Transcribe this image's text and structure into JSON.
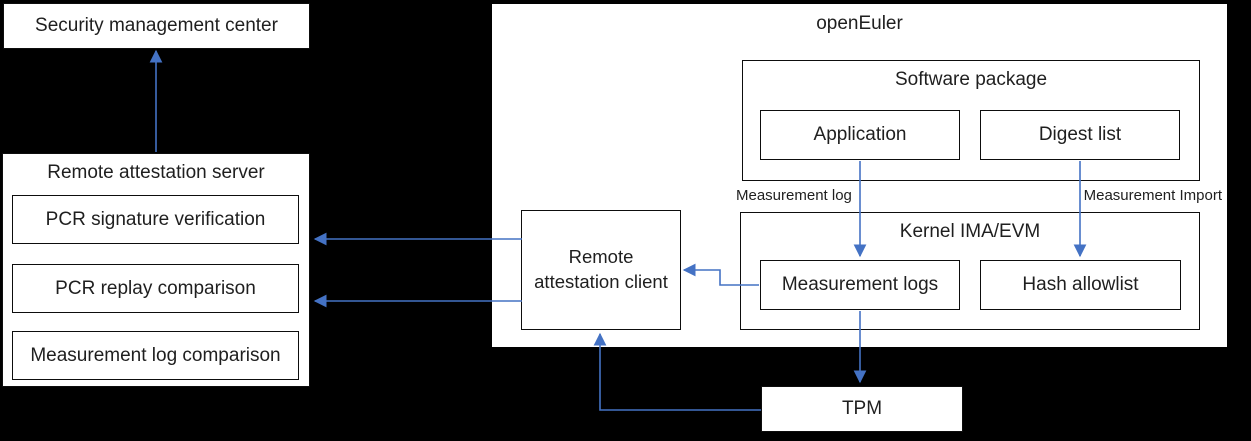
{
  "diagram": {
    "colors": {
      "background": "#000000",
      "box_fill": "#ffffff",
      "border": "#0d0d0d",
      "text": "#1f1f1f",
      "arrow": "#4472C4"
    },
    "nodes": {
      "security_center": {
        "label": "Security management center"
      },
      "attestation_server": {
        "title": "Remote attestation server",
        "items": [
          {
            "label": "PCR signature verification"
          },
          {
            "label": "PCR replay comparison"
          },
          {
            "label": "Measurement log comparison"
          }
        ]
      },
      "attestation_client": {
        "label": "Remote attestation client"
      },
      "openeuler": {
        "title": "openEuler",
        "software_package": {
          "title": "Software package",
          "application_label": "Application",
          "digest_list_label": "Digest list"
        },
        "kernel": {
          "title": "Kernel IMA/EVM",
          "measurement_logs_label": "Measurement logs",
          "hash_allowlist_label": "Hash allowlist"
        },
        "edge_labels": {
          "measurement_log": "Measurement log",
          "measurement_import": "Measurement Import"
        }
      },
      "tpm": {
        "label": "TPM"
      }
    }
  }
}
